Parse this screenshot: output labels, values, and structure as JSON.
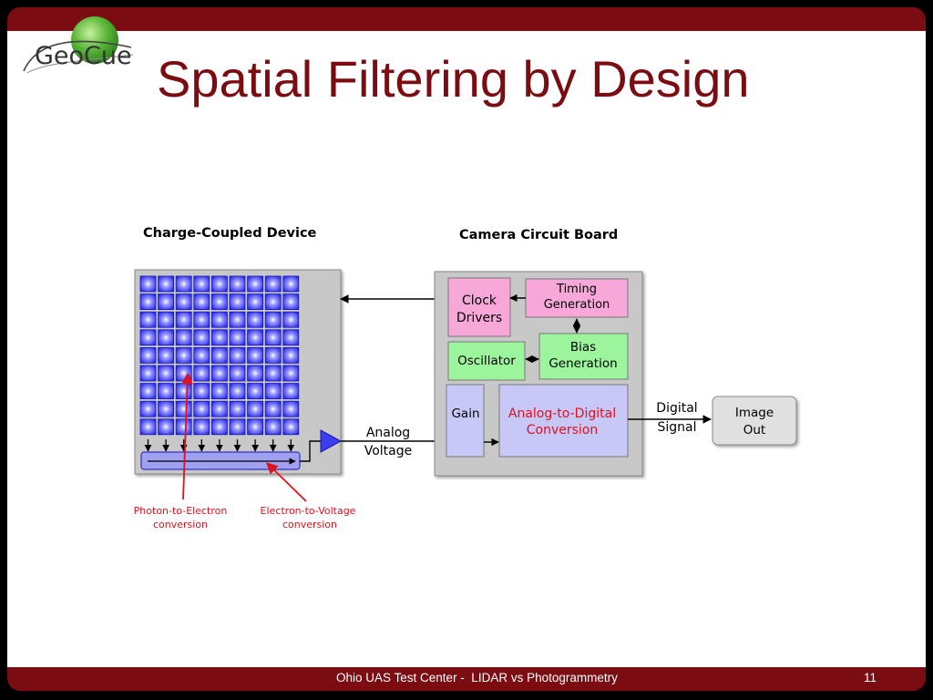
{
  "slide": {
    "title": "Spatial Filtering by Design",
    "logo_text": "GeoCue",
    "footer": "Ohio UAS Test Center -  LIDAR vs Photogrammetry",
    "page_number": "11"
  },
  "diagram": {
    "ccd_heading": "Charge-Coupled Device",
    "board_heading": "Camera Circuit Board",
    "blocks": {
      "clock_line1": "Clock",
      "clock_line2": "Drivers",
      "timing_line1": "Timing",
      "timing_line2": "Generation",
      "oscillator": "Oscillator",
      "bias_line1": "Bias",
      "bias_line2": "Generation",
      "gain": "Gain",
      "adc_line1": "Analog-to-Digital",
      "adc_line2": "Conversion",
      "image_out_line1": "Image",
      "image_out_line2": "Out"
    },
    "labels": {
      "analog_line1": "Analog",
      "analog_line2": "Voltage",
      "digital_line1": "Digital",
      "digital_line2": "Signal",
      "photon_line1": "Photon-to-Electron",
      "photon_line2": "conversion",
      "electron_line1": "Electron-to-Voltage",
      "electron_line2": "conversion"
    },
    "colors": {
      "pixel": "#2b2bf0",
      "pink_block": "#f7a8d8",
      "green_block": "#9cf59c",
      "lavender_block": "#c8c8f8",
      "annotation": "#e0101c"
    }
  }
}
